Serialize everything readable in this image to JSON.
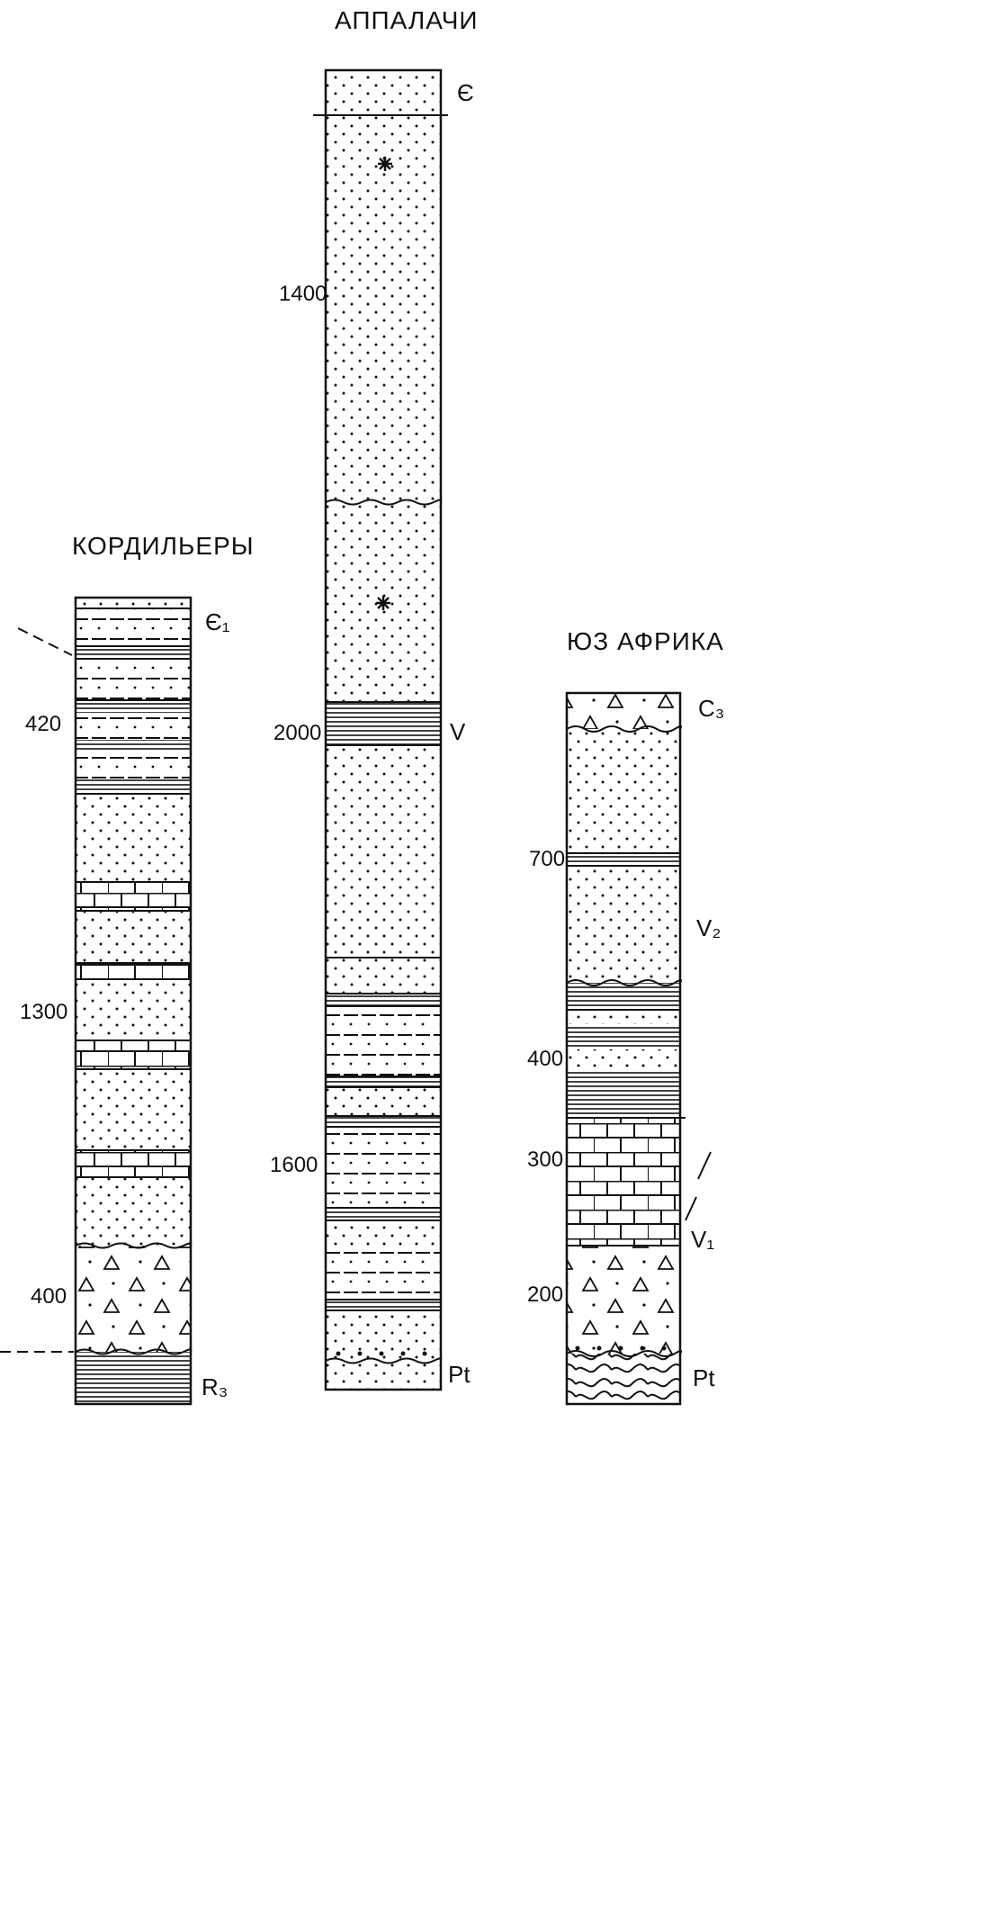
{
  "columns": {
    "cordillera": {
      "title": "КОРДИЛЬЕРЫ",
      "thickness_labels": [
        "420",
        "1300",
        "400"
      ],
      "age_labels": [
        "Є₁",
        "R₃"
      ]
    },
    "appalachians": {
      "title": "АППАЛАЧИ",
      "thickness_labels": [
        "1400",
        "2000",
        "1600"
      ],
      "age_labels": [
        "Є",
        "V",
        "Pt"
      ]
    },
    "sw_africa": {
      "title": "ЮЗ АФРИКА",
      "thickness_labels": [
        "700",
        "400",
        "300",
        "200"
      ],
      "age_labels": [
        "C₃",
        "V₂",
        "V₁",
        "Pt"
      ]
    }
  },
  "colors": {
    "ink": "#111111",
    "paper": "#ffffff"
  }
}
